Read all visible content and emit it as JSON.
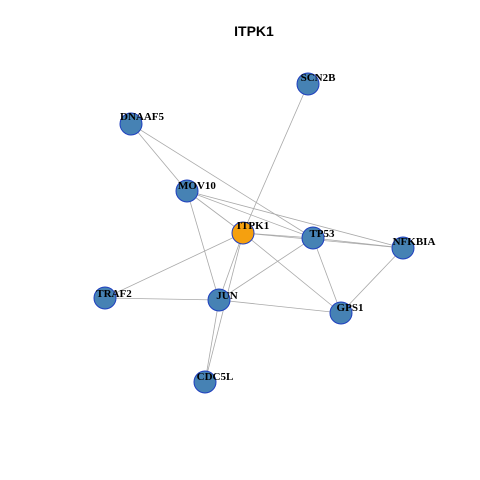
{
  "title": "ITPK1",
  "colors": {
    "center_node": "#f5a00f",
    "node": "#4682b4",
    "node_border": "#1f3fbf",
    "edge": "#a9a9a9"
  },
  "nodes": [
    {
      "id": "ITPK1",
      "label": "ITPK1",
      "center": true
    },
    {
      "id": "SCN2B",
      "label": "SCN2B"
    },
    {
      "id": "DNAAF5",
      "label": "DNAAF5"
    },
    {
      "id": "MOV10",
      "label": "MOV10"
    },
    {
      "id": "TP53",
      "label": "TP53"
    },
    {
      "id": "NFKBIA",
      "label": "NFKBIA"
    },
    {
      "id": "TRAF2",
      "label": "TRAF2"
    },
    {
      "id": "JUN",
      "label": "JUN"
    },
    {
      "id": "GPS1",
      "label": "GPS1"
    },
    {
      "id": "CDC5L",
      "label": "CDC5L"
    }
  ],
  "edges": [
    [
      "ITPK1",
      "SCN2B"
    ],
    [
      "ITPK1",
      "MOV10"
    ],
    [
      "ITPK1",
      "TP53"
    ],
    [
      "ITPK1",
      "NFKBIA"
    ],
    [
      "ITPK1",
      "TRAF2"
    ],
    [
      "ITPK1",
      "JUN"
    ],
    [
      "ITPK1",
      "GPS1"
    ],
    [
      "ITPK1",
      "CDC5L"
    ],
    [
      "DNAAF5",
      "MOV10"
    ],
    [
      "DNAAF5",
      "TP53"
    ],
    [
      "MOV10",
      "TP53"
    ],
    [
      "MOV10",
      "JUN"
    ],
    [
      "MOV10",
      "NFKBIA"
    ],
    [
      "TP53",
      "NFKBIA"
    ],
    [
      "TP53",
      "JUN"
    ],
    [
      "TP53",
      "GPS1"
    ],
    [
      "NFKBIA",
      "GPS1"
    ],
    [
      "TRAF2",
      "JUN"
    ],
    [
      "JUN",
      "GPS1"
    ],
    [
      "JUN",
      "CDC5L"
    ]
  ]
}
